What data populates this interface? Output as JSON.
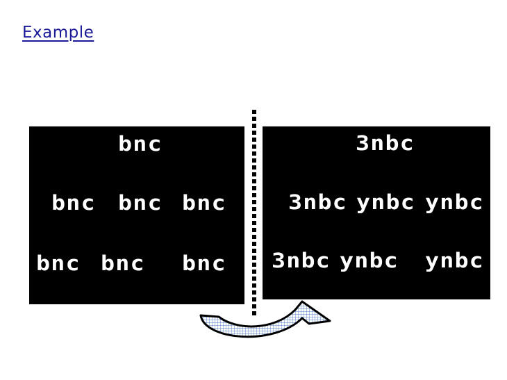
{
  "title": "Example",
  "left_tree": {
    "root": "bnc",
    "level2": [
      "bnc",
      "bnc",
      "bnc"
    ],
    "level3": [
      "bnc",
      "bnc",
      "bnc"
    ]
  },
  "right_tree": {
    "root": "3nbc",
    "level2": [
      "3nbc",
      "ynbc",
      "ynbc"
    ],
    "level3": [
      "3nbc",
      "ynbc",
      "ynbc"
    ]
  },
  "colors": {
    "title": "#1a1a99",
    "panel": "#000000",
    "arrow_fill": "#a9c3e8"
  },
  "icons": [
    "dotted-divider",
    "curved-arrow-icon"
  ]
}
